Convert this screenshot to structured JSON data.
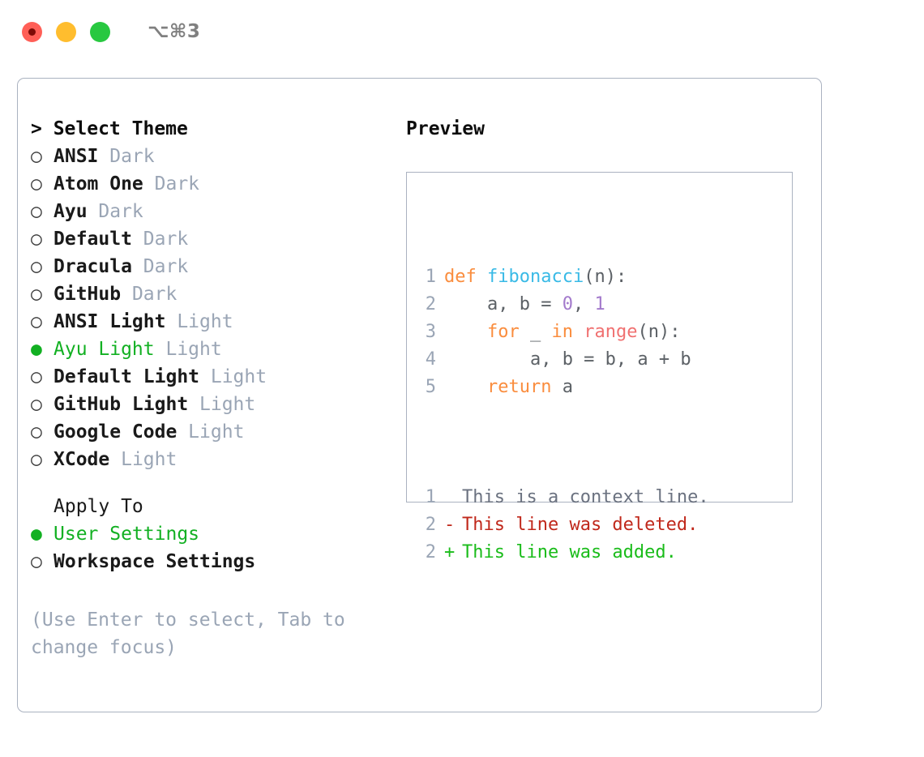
{
  "titlebar": {
    "shortcut": "⌥⌘3",
    "buttons": [
      {
        "name": "close",
        "color": "#ff5f57"
      },
      {
        "name": "minimize",
        "color": "#ffbd2e"
      },
      {
        "name": "maximize",
        "color": "#28c840"
      }
    ]
  },
  "theme_panel": {
    "header": "> Select Theme",
    "themes": [
      {
        "marker": "○",
        "name": "ANSI",
        "tag": "Dark",
        "selected": false
      },
      {
        "marker": "○",
        "name": "Atom One",
        "tag": "Dark",
        "selected": false
      },
      {
        "marker": "○",
        "name": "Ayu",
        "tag": "Dark",
        "selected": false
      },
      {
        "marker": "○",
        "name": "Default",
        "tag": "Dark",
        "selected": false
      },
      {
        "marker": "○",
        "name": "Dracula",
        "tag": "Dark",
        "selected": false
      },
      {
        "marker": "○",
        "name": "GitHub",
        "tag": "Dark",
        "selected": false
      },
      {
        "marker": "○",
        "name": "ANSI Light",
        "tag": "Light",
        "selected": false
      },
      {
        "marker": "●",
        "name": "Ayu Light",
        "tag": "Light",
        "selected": true
      },
      {
        "marker": "○",
        "name": "Default Light",
        "tag": "Light",
        "selected": false
      },
      {
        "marker": "○",
        "name": "GitHub Light",
        "tag": "Light",
        "selected": false
      },
      {
        "marker": "○",
        "name": "Google Code",
        "tag": "Light",
        "selected": false
      },
      {
        "marker": "○",
        "name": "XCode",
        "tag": "Light",
        "selected": false
      }
    ]
  },
  "apply_to": {
    "header": "Apply To",
    "options": [
      {
        "marker": "●",
        "name": "User Settings",
        "selected": true
      },
      {
        "marker": "○",
        "name": "Workspace Settings",
        "selected": false
      }
    ]
  },
  "hint": "(Use Enter to select, Tab to change focus)",
  "preview": {
    "header": "Preview",
    "code_lines": [
      {
        "num": "1",
        "tokens": [
          {
            "t": "def",
            "c": "kw"
          },
          {
            "t": " ",
            "c": "pun"
          },
          {
            "t": "fibonacci",
            "c": "fn"
          },
          {
            "t": "(n):",
            "c": "pun"
          }
        ]
      },
      {
        "num": "2",
        "tokens": [
          {
            "t": "    a, b = ",
            "c": "var"
          },
          {
            "t": "0",
            "c": "num"
          },
          {
            "t": ", ",
            "c": "var"
          },
          {
            "t": "1",
            "c": "num"
          }
        ]
      },
      {
        "num": "3",
        "tokens": [
          {
            "t": "    ",
            "c": "var"
          },
          {
            "t": "for",
            "c": "kw"
          },
          {
            "t": " _ ",
            "c": "var"
          },
          {
            "t": "in",
            "c": "kw"
          },
          {
            "t": " ",
            "c": "var"
          },
          {
            "t": "range",
            "c": "call"
          },
          {
            "t": "(n):",
            "c": "pun"
          }
        ]
      },
      {
        "num": "4",
        "tokens": [
          {
            "t": "        a, b = b, a + b",
            "c": "var"
          }
        ]
      },
      {
        "num": "5",
        "tokens": [
          {
            "t": "    ",
            "c": "var"
          },
          {
            "t": "return",
            "c": "kw"
          },
          {
            "t": " a",
            "c": "var"
          }
        ]
      }
    ],
    "diff_lines": [
      {
        "num": "1",
        "sign": " ",
        "text": "This is a context line.",
        "kind": "diff-ctx"
      },
      {
        "num": "2",
        "sign": "-",
        "text": "This line was deleted.",
        "kind": "diff-del"
      },
      {
        "num": "2",
        "sign": "+",
        "text": "This line was added.",
        "kind": "diff-add"
      }
    ]
  },
  "colors": {
    "accent_green": "#12b022",
    "muted": "#9aa5b5",
    "border": "#aab2c0",
    "keyword": "#fa8d3e",
    "function": "#39bae6",
    "call": "#f07171",
    "number": "#a37acc",
    "diff_delete": "#c0281b",
    "diff_add": "#1abc1a"
  }
}
